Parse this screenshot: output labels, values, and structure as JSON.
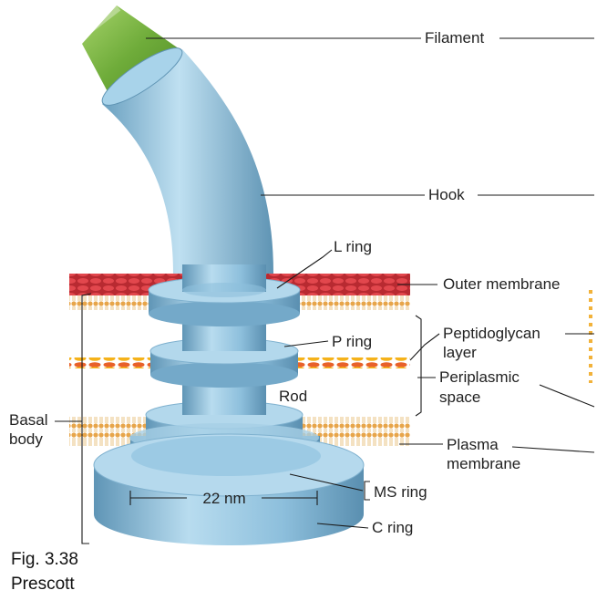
{
  "labels": {
    "filament": "Filament",
    "hook": "Hook",
    "l_ring": "L ring",
    "outer_membrane": "Outer membrane",
    "peptidoglycan_line1": "Peptidoglycan",
    "peptidoglycan_line2": "layer",
    "p_ring": "P ring",
    "periplasmic_line1": "Periplasmic",
    "periplasmic_line2": "space",
    "rod": "Rod",
    "basal_line1": "Basal",
    "basal_line2": "body",
    "plasma_line1": "Plasma",
    "plasma_line2": "membrane",
    "ms_ring": "MS ring",
    "c_ring": "C ring",
    "scale": "22 nm"
  },
  "caption": {
    "line1": "Fig. 3.38",
    "line2": "Prescott"
  },
  "colors": {
    "filament": "#7cb342",
    "structure": "#8fc1df",
    "outer_membrane": "#d9323a",
    "peptidoglycan": "#f2a21b",
    "plasma_membrane": "#e9b765"
  }
}
